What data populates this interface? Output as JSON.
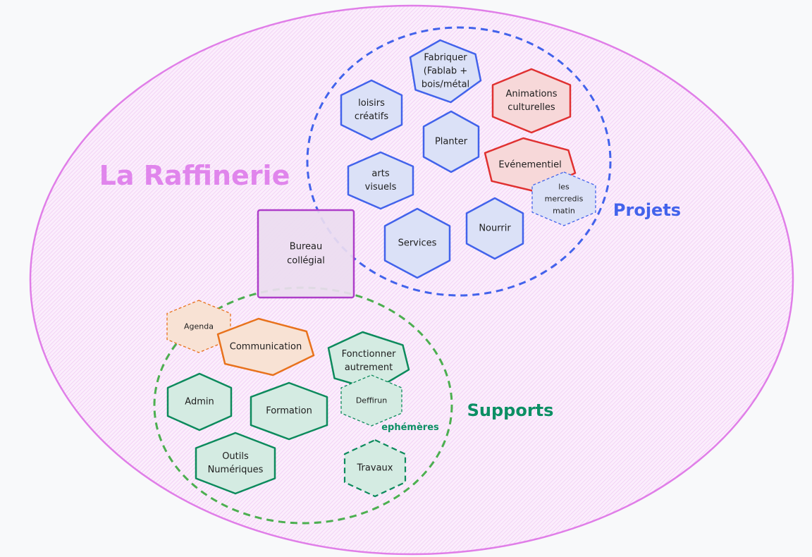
{
  "title": "La Raffinerie",
  "colors": {
    "background": "#f8f9fa",
    "outer_stroke": "#e07ee8",
    "outer_fill": "#f9e6fb",
    "title": "#e085ec",
    "projets_stroke": "#4263eb",
    "projets_label": "#4263eb",
    "supports_stroke": "#4caf50",
    "supports_label": "#0c8f64",
    "blue_fill": "#dbe1f7",
    "blue_stroke": "#4263eb",
    "red_fill": "#f7d8d9",
    "red_stroke": "#e03131",
    "orange_fill": "#f8e2d4",
    "orange_stroke": "#e8721c",
    "green_fill": "#d4ebe2",
    "green_stroke": "#0c8a5c",
    "purple_fill": "#ecdcf0",
    "purple_stroke": "#ae3ec9"
  },
  "groups": {
    "projets": {
      "label": "Projets"
    },
    "supports": {
      "label": "Supports",
      "sublabel": "ephémères"
    }
  },
  "center": {
    "label": [
      "Bureau",
      "collégial"
    ]
  },
  "projets_items": [
    {
      "id": "fabriquer",
      "lines": [
        "Fabriquer",
        "(Fablab +",
        "bois/métal"
      ],
      "color": "blue",
      "dashed": false
    },
    {
      "id": "loisirs-creatifs",
      "lines": [
        "loisirs",
        "créatifs"
      ],
      "color": "blue",
      "dashed": false
    },
    {
      "id": "planter",
      "lines": [
        "Planter"
      ],
      "color": "blue",
      "dashed": false
    },
    {
      "id": "arts-visuels",
      "lines": [
        "arts",
        "visuels"
      ],
      "color": "blue",
      "dashed": false
    },
    {
      "id": "services",
      "lines": [
        "Services"
      ],
      "color": "blue",
      "dashed": false
    },
    {
      "id": "nourrir",
      "lines": [
        "Nourrir"
      ],
      "color": "blue",
      "dashed": false
    },
    {
      "id": "animations-culturelles",
      "lines": [
        "Animations",
        "culturelles"
      ],
      "color": "red",
      "dashed": false
    },
    {
      "id": "evenementiel",
      "lines": [
        "Evénementiel"
      ],
      "color": "red",
      "dashed": false
    },
    {
      "id": "les-mercredis-matin",
      "lines": [
        "les",
        "mercredis",
        "matin"
      ],
      "color": "blue",
      "dashed": true
    }
  ],
  "supports_items": [
    {
      "id": "agenda",
      "lines": [
        "Agenda"
      ],
      "color": "orange",
      "dashed": true
    },
    {
      "id": "communication",
      "lines": [
        "Communication"
      ],
      "color": "orange",
      "dashed": false
    },
    {
      "id": "fonctionner-autrement",
      "lines": [
        "Fonctionner",
        "autrement"
      ],
      "color": "green",
      "dashed": false
    },
    {
      "id": "deffirun",
      "lines": [
        "Deffirun"
      ],
      "color": "green",
      "dashed": true
    },
    {
      "id": "admin",
      "lines": [
        "Admin"
      ],
      "color": "green",
      "dashed": false
    },
    {
      "id": "formation",
      "lines": [
        "Formation"
      ],
      "color": "green",
      "dashed": false
    },
    {
      "id": "outils-numeriques",
      "lines": [
        "Outils",
        "Numériques"
      ],
      "color": "green",
      "dashed": false
    },
    {
      "id": "travaux",
      "lines": [
        "Travaux"
      ],
      "color": "green",
      "dashed": true
    }
  ]
}
